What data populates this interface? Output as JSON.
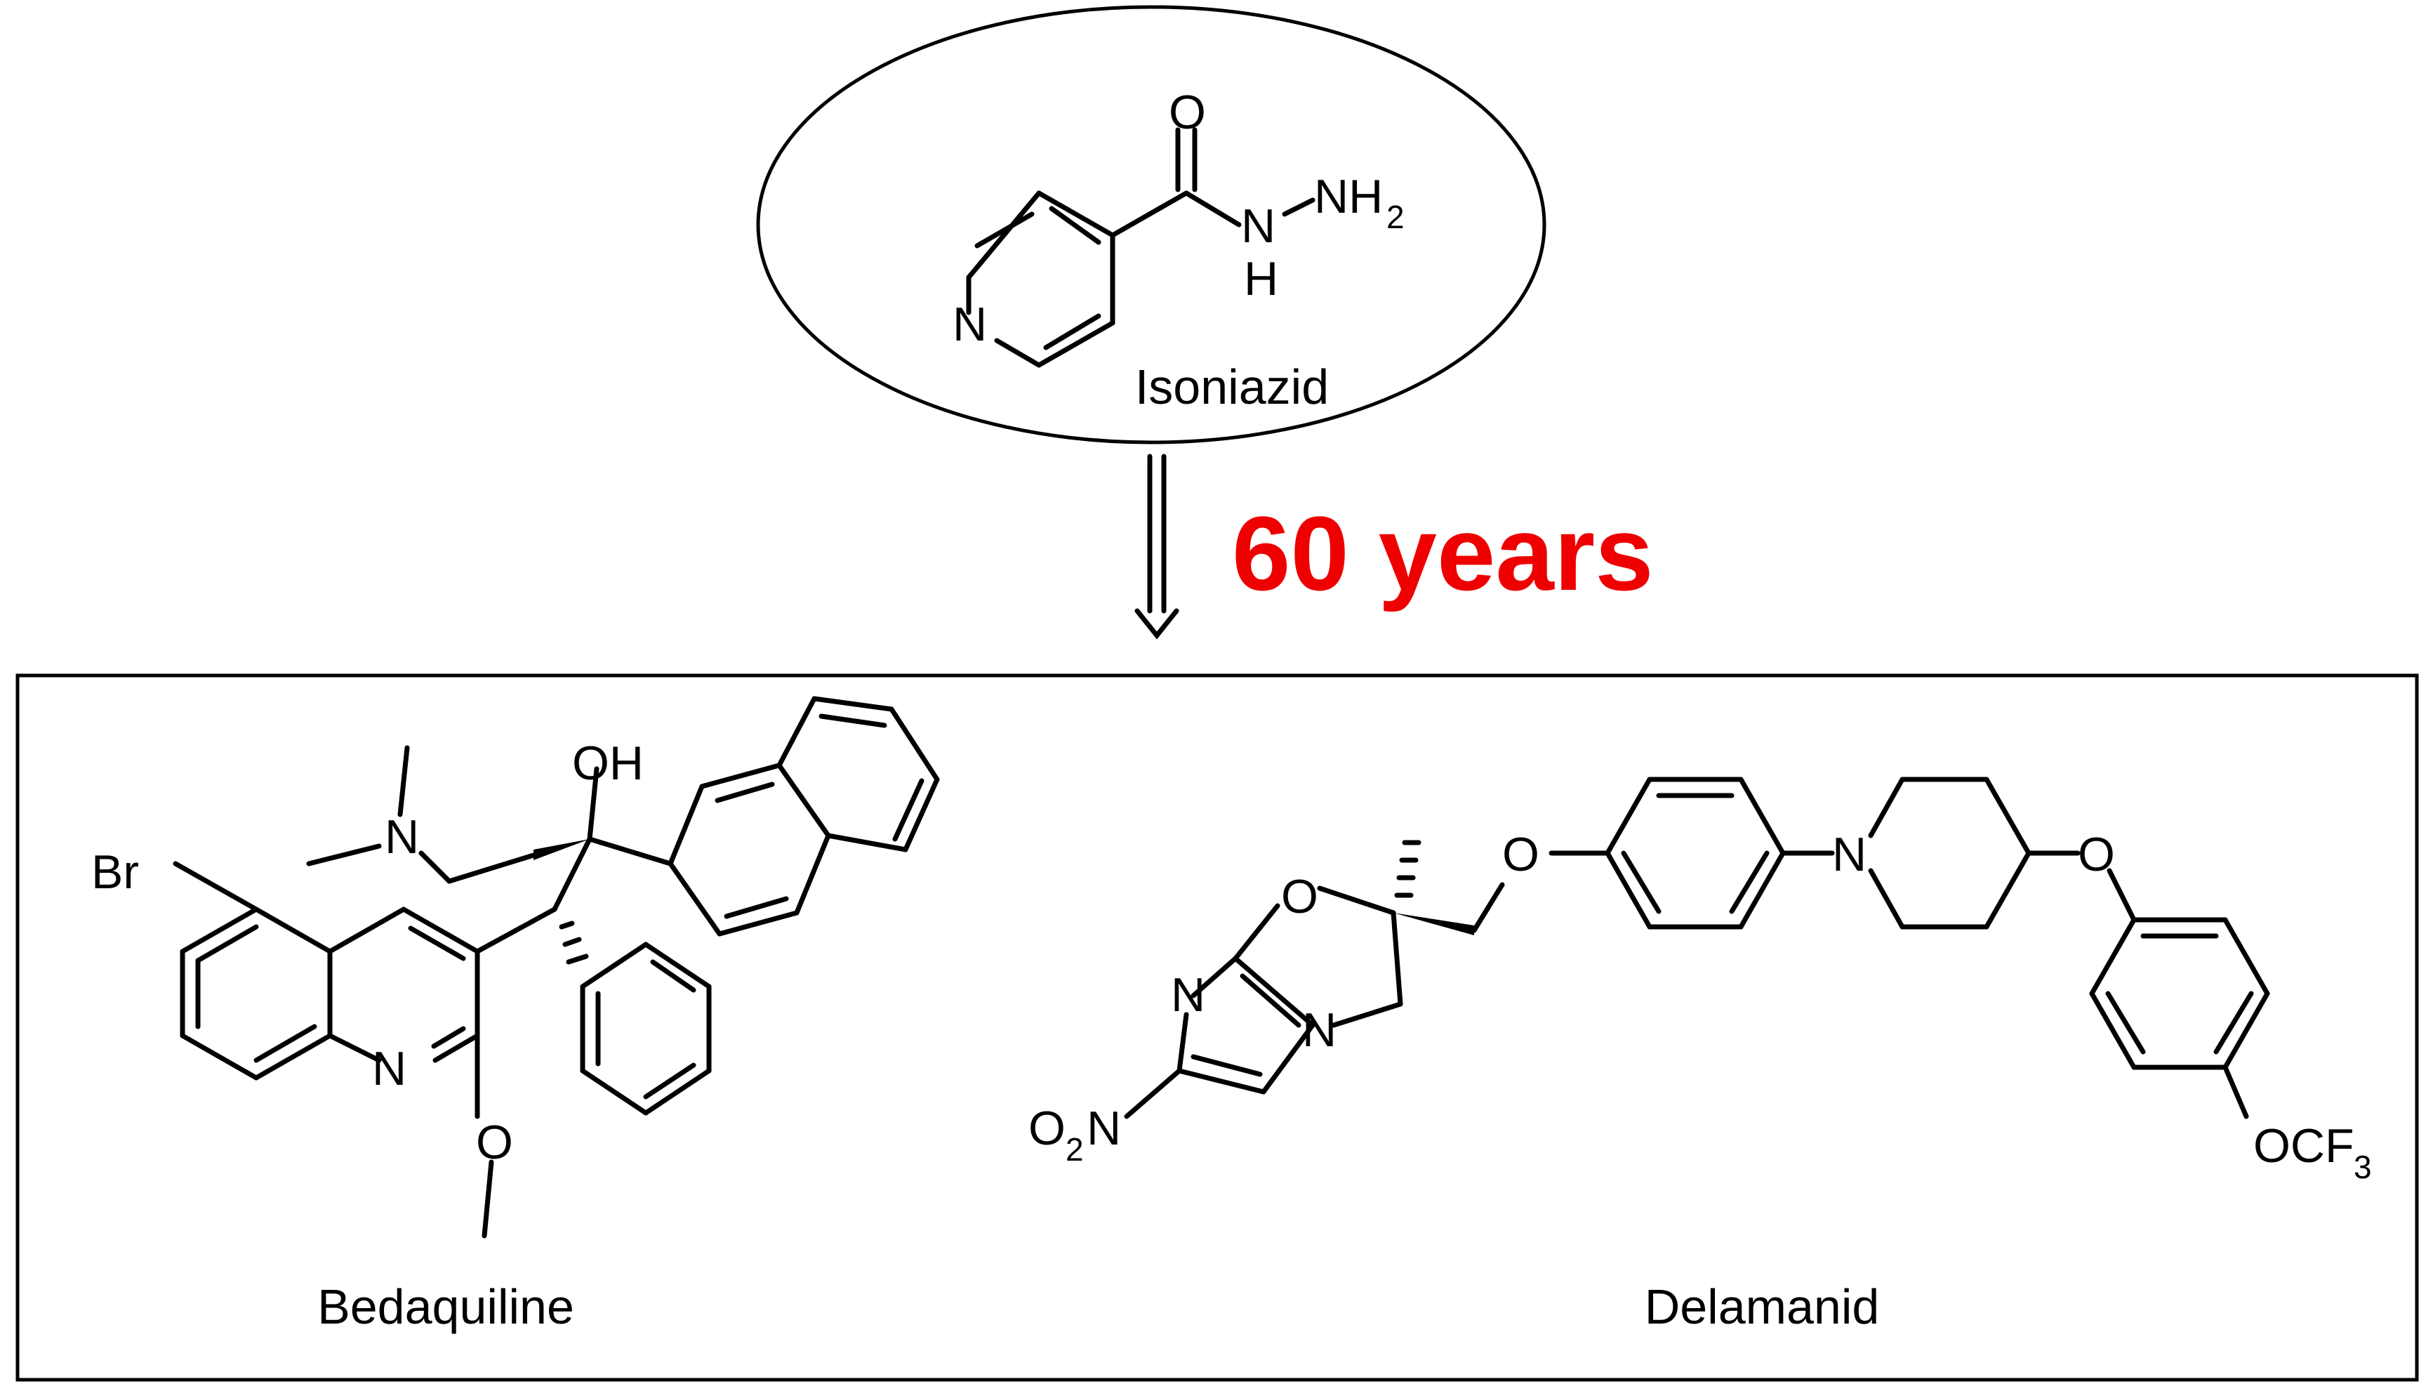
{
  "top_compound": {
    "name": "Isoniazid",
    "atoms": {
      "O": "O",
      "N": "N",
      "NH": "H",
      "NH2": "NH",
      "NH2_sub": "2"
    }
  },
  "transition": {
    "label": "60 years",
    "label_color": "#ee0000"
  },
  "drugs": {
    "bedaquiline": {
      "name": "Bedaquiline",
      "atoms": {
        "Br": "Br",
        "N_amine": "N",
        "OH": "OH",
        "N_quin": "N",
        "O_methoxy": "O"
      }
    },
    "delamanid": {
      "name": "Delamanid",
      "atoms": {
        "N_imid": "N",
        "O_ring": "O",
        "N_bridge": "N",
        "O_link": "O",
        "N_pip": "N",
        "O_pip": "O",
        "O2N_O": "O",
        "O2N_sub": "2",
        "O2N_N": "N",
        "OCF3": "OCF",
        "OCF3_sub": "3"
      }
    }
  }
}
